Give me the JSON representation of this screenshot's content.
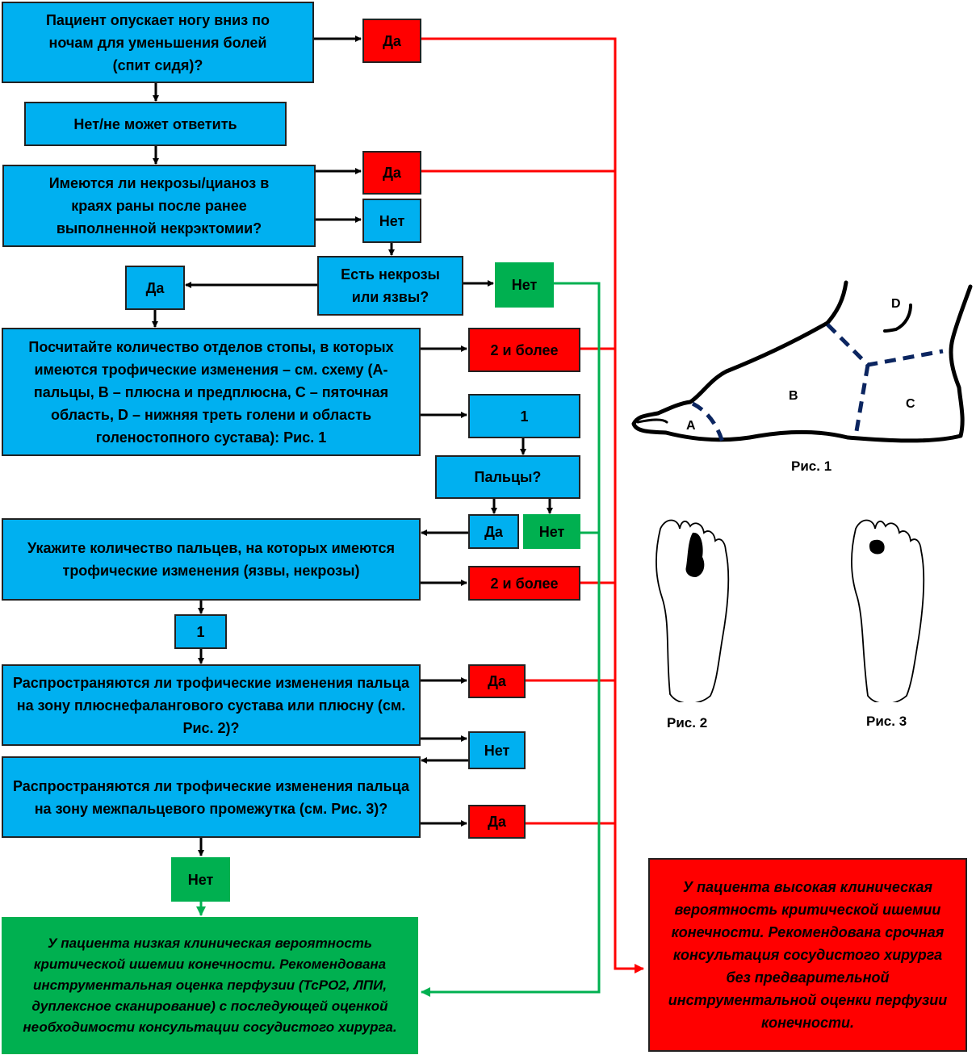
{
  "flow": {
    "q1": "Пациент опускает ногу вниз по ночам для уменьшения болей (спит сидя)?",
    "q1_yes": "Да",
    "q1_no": "Нет/не может ответить",
    "q2": "Имеются ли некрозы/цианоз в краях раны после ранее выполненной некрэктомии?",
    "q2_yes": "Да",
    "q2_no": "Нет",
    "q3": "Есть некрозы или язвы?",
    "q3_yes": "Да",
    "q3_no": "Нет",
    "q4": "Посчитайте количество отделов стопы, в которых имеются трофические изменения – см. схему (А-пальцы, В – плюсна и предплюсна, С – пяточная область, D – нижняя треть голени и область голеностопного сустава): Рис. 1",
    "q4_many": "2 и более",
    "q4_one": "1",
    "q5": "Пальцы?",
    "q5_yes": "Да",
    "q5_no": "Нет",
    "q6": "Укажите количество пальцев, на которых имеются трофические изменения (язвы, некрозы)",
    "q6_many": "2 и более",
    "q6_one": "1",
    "q7": "Распространяются ли трофические изменения пальца на зону плюснефалангового сустава или плюсну (см. Рис. 2)?",
    "q7_yes": "Да",
    "q7_no": "Нет",
    "q8": "Распространяются ли трофические изменения пальца на зону межпальцевого промежутка (см. Рис. 3)?",
    "q8_yes": "Да",
    "q8_no": "Нет",
    "low_risk": "У пациента низкая клиническая вероятность критической ишемии конечности. Рекомендована инструментальная оценка перфузии (TcPO2, ЛПИ, дуплексное сканирование) с последующей оценкой необходимости консультации сосудистого хирурга.",
    "high_risk": "У пациента высокая клиническая вероятность критической ишемии конечности. Рекомендована срочная консультация сосудистого хирурга без предварительной инструментальной оценки перфузии  конечности."
  },
  "figures": {
    "fig1_caption": "Рис. 1",
    "fig1_labels": {
      "a": "A",
      "b": "B",
      "c": "C",
      "d": "D"
    },
    "fig2_caption": "Рис. 2",
    "fig3_caption": "Рис. 3"
  },
  "colors": {
    "question": "#00b0f0",
    "yes_risk": "#ff0000",
    "no_risk": "#00b050",
    "dashed_zone": "#0b2560"
  }
}
